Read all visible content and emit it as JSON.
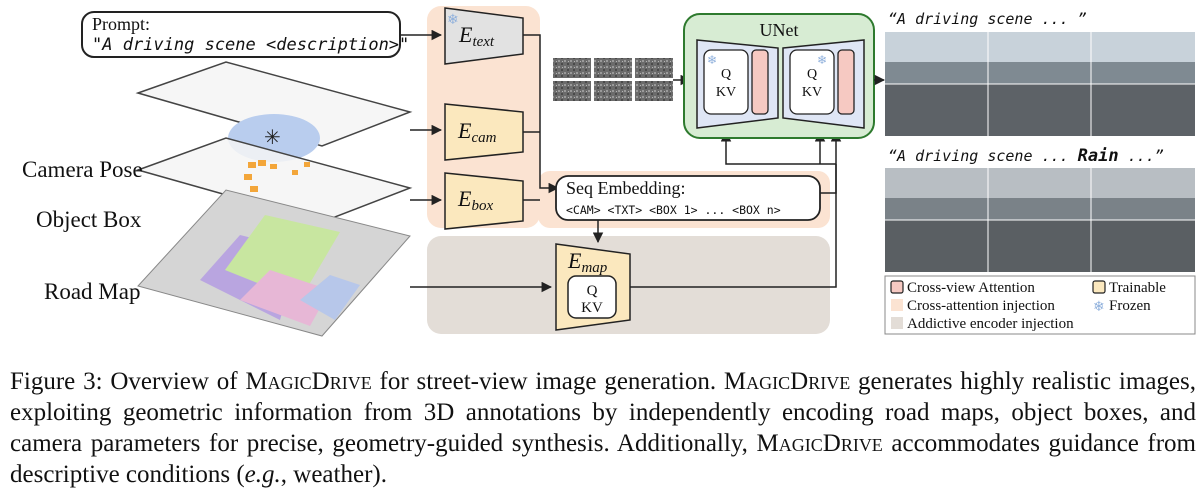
{
  "prompt": {
    "label": "Prompt:",
    "text": "\"A driving scene <description>\""
  },
  "encoders": {
    "text": {
      "main": "E",
      "sub": "text"
    },
    "cam": {
      "main": "E",
      "sub": "cam"
    },
    "box": {
      "main": "E",
      "sub": "box"
    },
    "map": {
      "main": "E",
      "sub": "map",
      "q": "Q",
      "kv": "KV"
    }
  },
  "unet": {
    "title": "UNet",
    "block_q": "Q",
    "block_kv": "KV"
  },
  "seq_embedding": {
    "title": "Seq Embedding:",
    "tokens": "<CAM> <TXT> <BOX 1> ... <BOX n>"
  },
  "inputs": {
    "camera_pose": "Camera Pose",
    "object_box": "Object Box",
    "road_map": "Road Map"
  },
  "outputs": {
    "scene1": "“A driving scene ... ”",
    "scene2_prefix": "“A driving scene ... ",
    "scene2_emph": "Rain",
    "scene2_suffix": " ...”"
  },
  "legend": {
    "cross_view": "Cross-view Attention",
    "trainable": "Trainable",
    "cross_attn": "Cross-attention injection",
    "frozen": "Frozen",
    "additive": "Addictive encoder injection"
  },
  "colors": {
    "cross_attn_bg": "#fbe3d2",
    "additive_bg": "#e3ddd7",
    "encoder_fill": "#fbe8be",
    "unet_fill": "#d7ecd3",
    "unet_stroke": "#2e7a2e",
    "cross_view_fill": "#f6c9c2",
    "frozen_blue": "#8fb0dc"
  },
  "caption": {
    "fig": "Figure 3: Overview of ",
    "name": "MagicDrive",
    "p1": " for street-view image generation. ",
    "p2": " generates highly realistic images, exploiting geometric information from 3D annotations by independently encoding road maps, object boxes, and camera parameters for precise, geometry-guided synthesis. Additionally, ",
    "p3": " accommodates guidance from descriptive conditions (",
    "eg": "e.g.",
    "p4": ", weather)."
  }
}
